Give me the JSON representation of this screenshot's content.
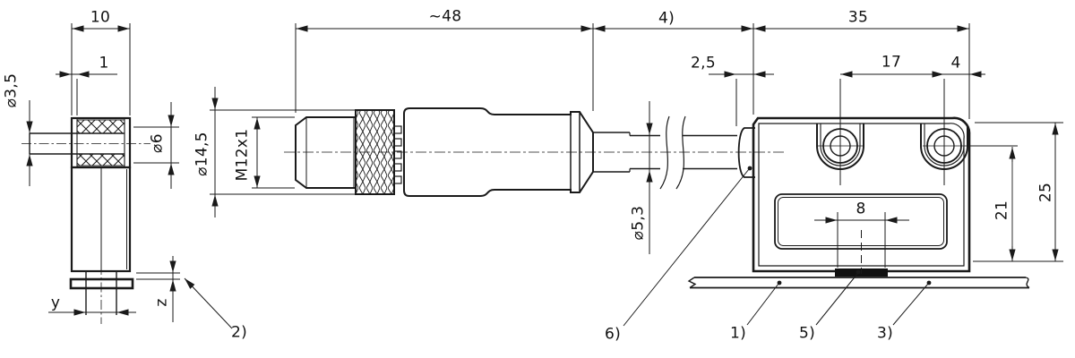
{
  "drawing": {
    "type": "technical-dimension-drawing",
    "line_color": "#1a1a1a",
    "background": "#ffffff",
    "labels": {
      "cap_width": "10",
      "cap_wall": "1",
      "pin_dia": "⌀3,5",
      "sleeve_dia": "⌀6",
      "dim_y": "y",
      "dim_z": "z",
      "connector_length": "~48",
      "connector_dia": "⌀14,5",
      "thread": "M12x1",
      "cable_dia": "⌀5,3",
      "gland_protrusion": "2,5",
      "body_length": "35",
      "hole_pitch": "17",
      "hole_edge_offset": "4",
      "sensing_width": "8",
      "height_to_hole": "21",
      "height_total": "25"
    },
    "footnotes": {
      "note1": "1)",
      "note2": "2)",
      "note3": "3)",
      "note4": "4)",
      "note5": "5)",
      "note6": "6)"
    }
  }
}
